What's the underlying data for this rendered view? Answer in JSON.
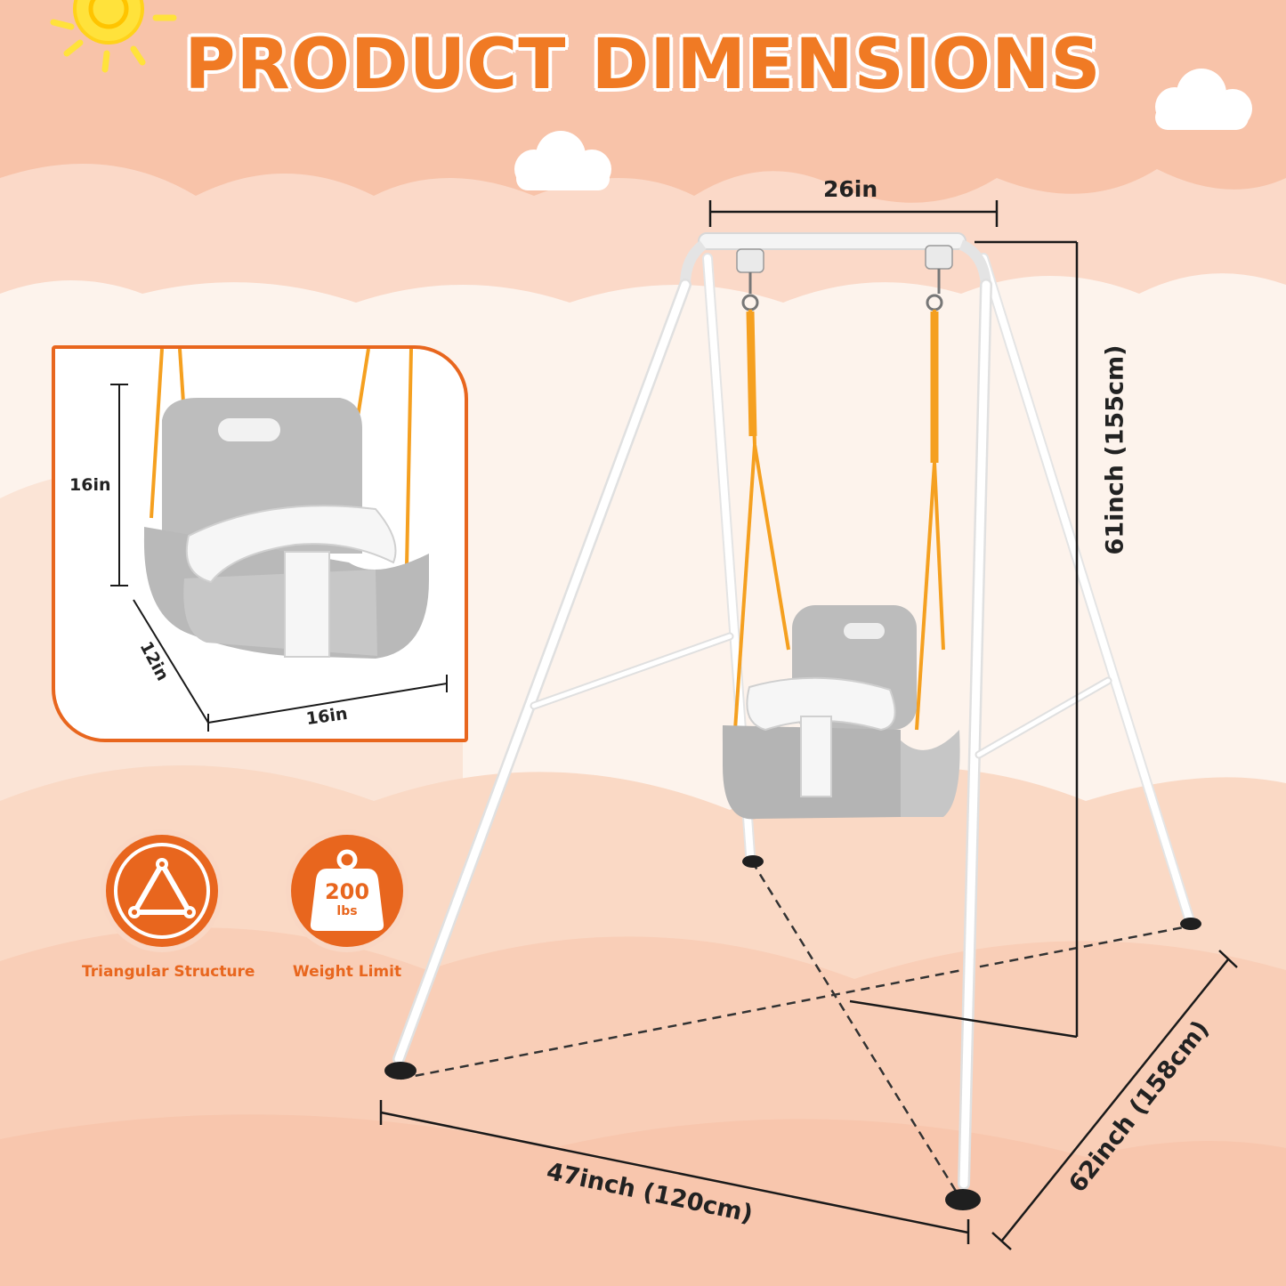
{
  "header": {
    "title": "PRODUCT DIMENSIONS"
  },
  "dimensions": {
    "top_width": "26in",
    "height": "61inch (155cm)",
    "base_width": "47inch (120cm)",
    "base_depth": "62inch (158cm)"
  },
  "seat_inset": {
    "height": "16in",
    "depth": "12in",
    "width": "16in"
  },
  "features": [
    {
      "label": "Triangular Structure",
      "icon": "triangle-structure-icon"
    },
    {
      "label": "Weight Limit",
      "icon": "weight-icon",
      "value": "200",
      "unit": "lbs"
    }
  ],
  "colors": {
    "accent": "#e8661e",
    "title": "#f07a24",
    "rope": "#f5a020",
    "seat": "#b9b9b9"
  }
}
